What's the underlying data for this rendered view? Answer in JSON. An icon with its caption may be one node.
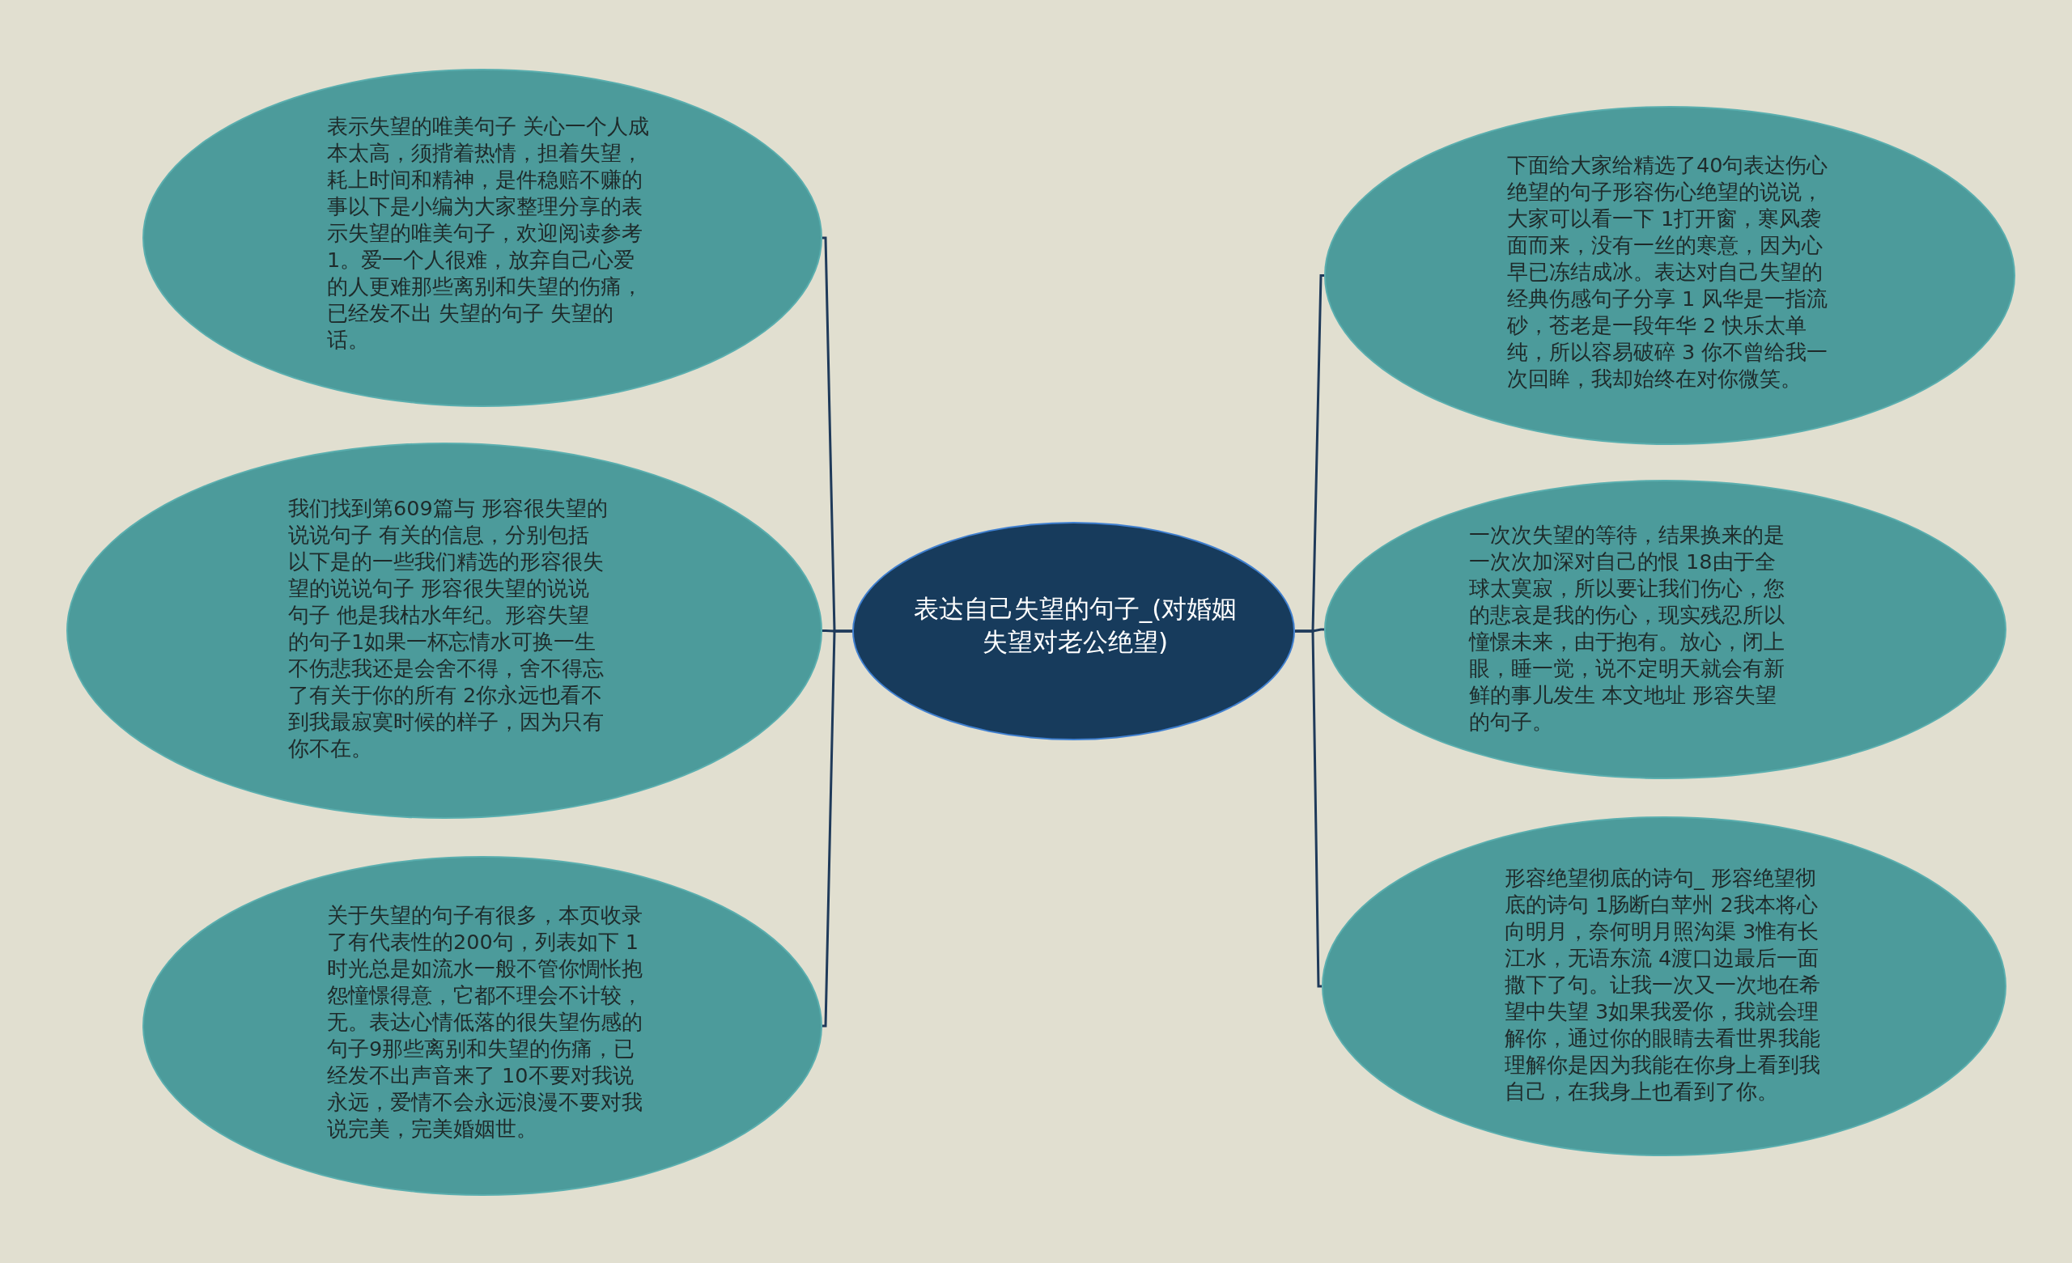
{
  "diagram": {
    "nodes": [
      {
        "text": [
          "表达自己失望的句子_(对婚姻失望对老公绝望)"
        ]
      },
      {
        "text": [
          "表示失望的唯美句子 关心一个人成本太高，须揹着热情，担着失望，耗上时间和精神，是件稳赔不赚的事以下是小编为大家整理分享的表示失望的唯美句子，欢迎阅读参考 1。爱一个人很难，放弃自己心爱的人更难那些离别和失望的伤痛，已经发不出 失望的句子  失望的话。"
        ]
      },
      {
        "text": [
          "我们找到第609篇与 形容很失望的说说句子 有关的信息，分别包括以下是的一些我们精选的形容很失望的说说句子 形容很失望的说说句子 他是我枯水年纪。形容失望的句子1如果一杯忘情水可换一生不伤悲我还是会舍不得，舍不得忘了有关于你的所有 2你永远也看不到我最寂寞时候的样子，因为只有你不在。"
        ]
      },
      {
        "text": [
          "关于失望的句子有很多，本页收录了有代表性的200句，列表如下 1 时光总是如流水一般不管你惆怅抱怨憧憬得意，它都不理会不计较，无。表达心情低落的很失望伤感的句子9那些离别和失望的伤痛，已经发不出声音来了 10不要对我说永远，爱情不会永远浪漫不要对我说完美，完美婚姻世。"
        ]
      },
      {
        "text": [
          "下面给大家给精选了40句表达伤心绝望的句子形容伤心绝望的说说，大家可以看一下 1打开窗，寒风袭面而来，没有一丝的寒意，因为心早已冻结成冰。表达对自己失望的经典伤感句子分享 1 风华是一指流砂，苍老是一段年华 2 快乐太单纯，所以容易破碎 3 你不曾给我一次回眸，我却始终在对你微笑。"
        ]
      },
      {
        "text": [
          "一次次失望的等待，结果换来的是一次次加深对自己的恨 18由于全球太寞寂，所以要让我们伤心，您的悲哀是我的伤心，现实残忍所以憧憬未来，由于抱有。放心，闭上眼，睡一觉，说不定明天就会有新鲜的事儿发生 本文地址 形容失望的句子。"
        ]
      },
      {
        "text": [
          "形容绝望彻底的诗句_ 形容绝望彻底的诗句 1肠断白苹州 2我本将心向明月，奈何明月照沟渠 3惟有长江水，无语东流 4渡口边最后一面撒下了句。让我一次又一次地在希望中失望 3如果我爱你，我就会理解你，通过你的眼睛去看世界我能理解你是因为我能在你身上看到我自己，在我身上也看到了你。"
        ]
      }
    ],
    "edges": [
      {
        "from": 0,
        "to": 1,
        "arrow": "none"
      },
      {
        "from": 0,
        "to": 2,
        "arrow": "none"
      },
      {
        "from": 0,
        "to": 3,
        "arrow": "none"
      },
      {
        "from": 0,
        "to": 4,
        "arrow": "none"
      },
      {
        "from": 0,
        "to": 5,
        "arrow": "none"
      },
      {
        "from": 0,
        "to": 6,
        "arrow": "none"
      }
    ]
  }
}
